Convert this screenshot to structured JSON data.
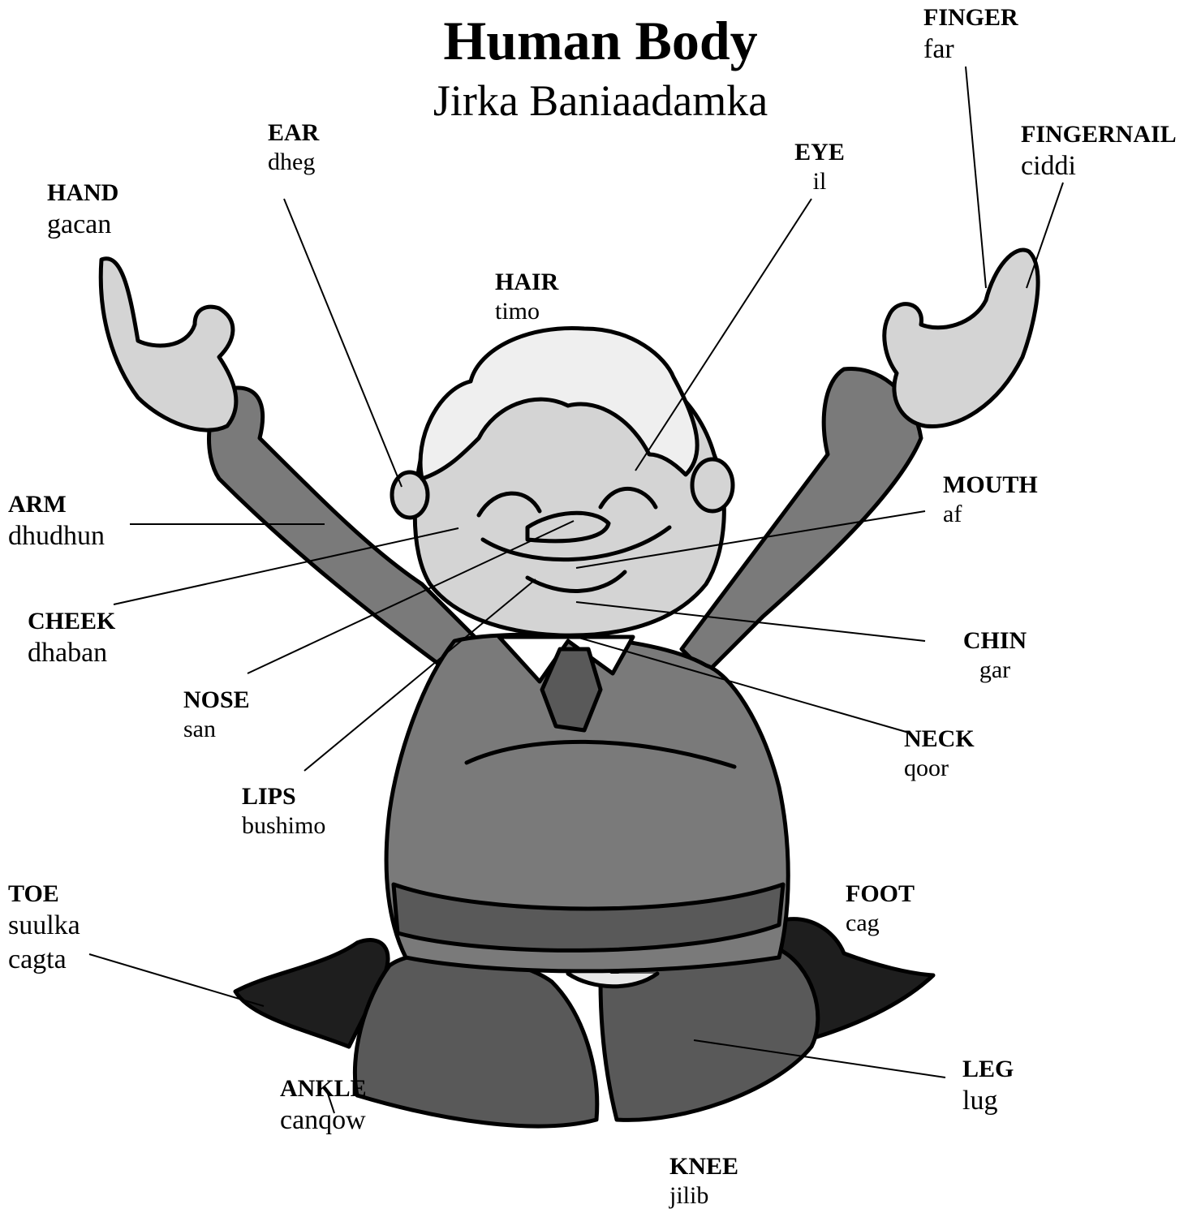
{
  "title": "Human Body",
  "subtitle": "Jirka Baniaadamka",
  "colors": {
    "suit": "#7a7a7a",
    "suit_dark": "#595959",
    "skin": "#d4d4d4",
    "hair": "#efefef",
    "shoes": "#1e1e1e",
    "outline": "#000000"
  },
  "labels": {
    "finger": {
      "en": "FINGER",
      "so": "far"
    },
    "fingernail": {
      "en": "FINGERNAIL",
      "so": "ciddi"
    },
    "ear": {
      "en": "EAR",
      "so": "dheg"
    },
    "eye": {
      "en": "EYE",
      "so": "il"
    },
    "hand": {
      "en": "HAND",
      "so": "gacan"
    },
    "hair": {
      "en": "HAIR",
      "so": "timo"
    },
    "mouth": {
      "en": "MOUTH",
      "so": "af"
    },
    "arm": {
      "en": "ARM",
      "so": "dhudhun"
    },
    "cheek": {
      "en": "CHEEK",
      "so": "dhaban"
    },
    "chin": {
      "en": "CHIN",
      "so": "gar"
    },
    "nose": {
      "en": "NOSE",
      "so": "san"
    },
    "neck": {
      "en": "NECK",
      "so": "qoor"
    },
    "lips": {
      "en": "LIPS",
      "so": "bushimo"
    },
    "toe": {
      "en": "TOE",
      "so": "suulka cagta"
    },
    "foot": {
      "en": "FOOT",
      "so": "cag"
    },
    "leg": {
      "en": "LEG",
      "so": "lug"
    },
    "ankle": {
      "en": "ANKLE",
      "so": "canqow"
    },
    "knee": {
      "en": "KNEE",
      "so": "jilib"
    }
  }
}
